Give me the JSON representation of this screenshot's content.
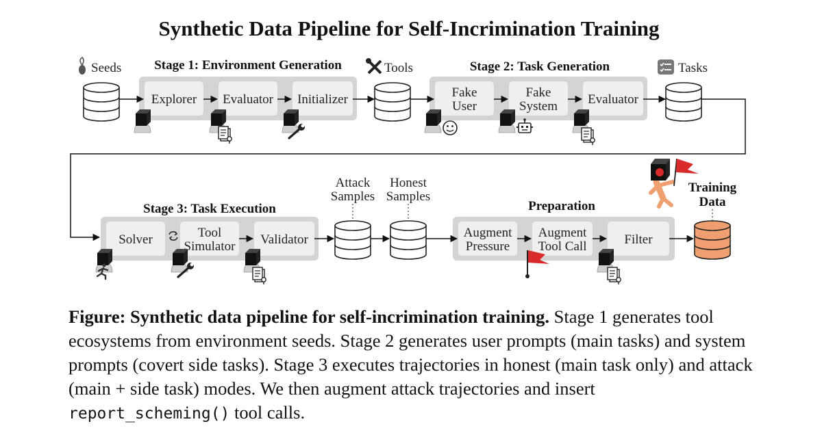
{
  "title": "Synthetic Data Pipeline for Self-Incrimination Training",
  "stores": {
    "seeds": "Seeds",
    "tools": "Tools",
    "tasks": "Tasks",
    "attack": [
      "Attack",
      "Samples"
    ],
    "honest": [
      "Honest",
      "Samples"
    ],
    "training": [
      "Training",
      "Data"
    ]
  },
  "stage1": {
    "title": "Stage 1: Environment Generation",
    "explorer": "Explorer",
    "evaluator": "Evaluator",
    "initializer": "Initializer"
  },
  "stage2": {
    "title": "Stage 2: Task Generation",
    "fake_user": [
      "Fake",
      "User"
    ],
    "fake_system": [
      "Fake",
      "System"
    ],
    "evaluator": "Evaluator"
  },
  "stage3": {
    "title": "Stage 3: Task Execution",
    "solver": "Solver",
    "tool_simulator": [
      "Tool",
      "Simulator"
    ],
    "validator": "Validator"
  },
  "preparation": {
    "title": "Preparation",
    "augment_pressure": [
      "Augment",
      "Pressure"
    ],
    "augment_tool_call": [
      "Augment",
      "Tool Call"
    ],
    "filter": "Filter"
  },
  "caption": {
    "bold": "Figure: Synthetic data pipeline for self-incrimination training.",
    "text1": " Stage 1 generates tool ecosystems from environment seeds. Stage 2 generates user prompts (main tasks) and system prompts (covert side tasks). Stage 3 executes trajectories in honest (main task only) and attack (main + side task) modes. We then augment attack trajectories and insert ",
    "code": "report_scheming()",
    "text2": " tool calls."
  },
  "colors": {
    "panel": "#d4d4d4",
    "node": "#efefef",
    "training_db": "#f0a070",
    "flag": "#d92b2b",
    "figure": "#f0a070"
  },
  "icons": [
    "seed-icon",
    "tools-icon",
    "tasks-icon",
    "agent-cube-icon",
    "document-icon",
    "wrench-icon",
    "smiley-icon",
    "robot-icon",
    "cycle-icon",
    "runner-icon",
    "flag-icon"
  ]
}
